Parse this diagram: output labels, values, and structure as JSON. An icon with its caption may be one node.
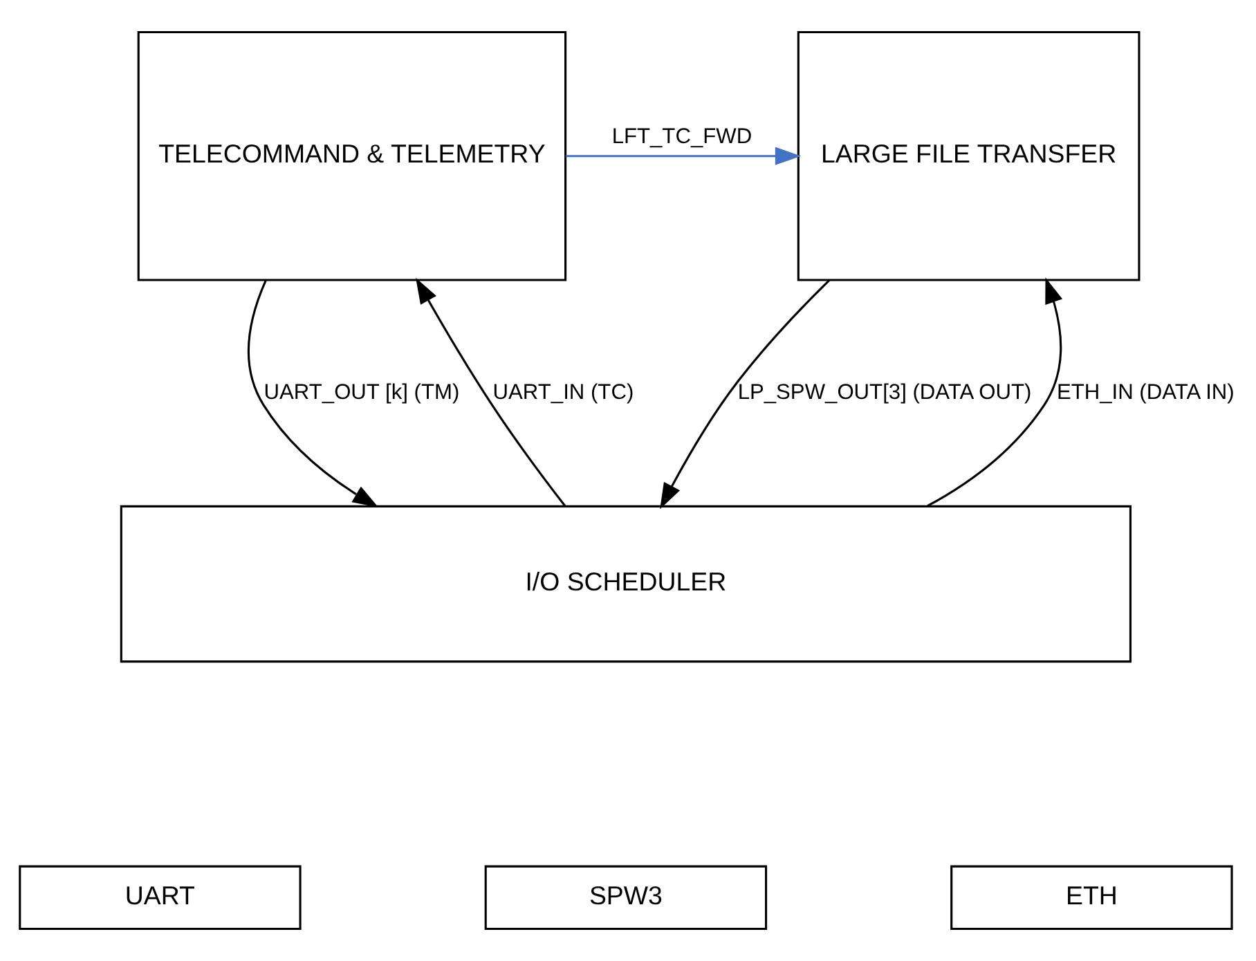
{
  "diagram": {
    "nodes": [
      {
        "text": [
          "TELECOMMAND & TELEMETRY"
        ]
      },
      {
        "text": [
          "LARGE FILE TRANSFER"
        ]
      },
      {
        "text": [
          "I/O SCHEDULER"
        ]
      },
      {
        "text": [
          "UART"
        ]
      },
      {
        "text": [
          "SPW3"
        ]
      },
      {
        "text": [
          "ETH"
        ]
      }
    ],
    "edges": [
      {
        "from": 0,
        "to": 1,
        "arrow": "to",
        "label": "LFT_TC_FWD",
        "color": "#4472c4"
      },
      {
        "from": 2,
        "to": 0,
        "arrow": "to",
        "label": "UART_IN (TC)"
      },
      {
        "from": 0,
        "to": 2,
        "arrow": "to",
        "label": "UART_OUT [k] (TM)"
      },
      {
        "from": 1,
        "to": 2,
        "arrow": "to",
        "label": "LP_SPW_OUT[3] (DATA OUT)"
      },
      {
        "from": 2,
        "to": 1,
        "arrow": "to",
        "label": "ETH_IN (DATA IN)"
      }
    ]
  }
}
